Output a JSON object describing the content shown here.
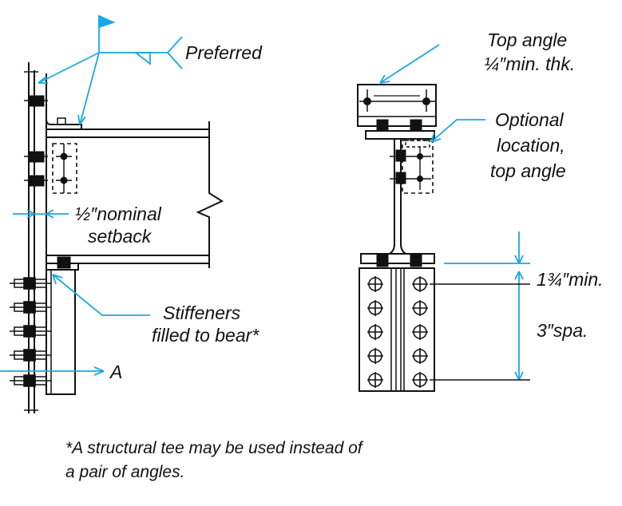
{
  "labels": {
    "preferred": "Preferred",
    "setback_line1": "½″nominal",
    "setback_line2": "setback",
    "stiffeners_line1": "Stiffeners",
    "stiffeners_line2": "filled to bear*",
    "section_mark": "A",
    "top_angle_line1": "Top angle",
    "top_angle_line2": "¼″min. thk.",
    "optional_line1": "Optional",
    "optional_line2": "location,",
    "optional_line3": "top angle",
    "edge_distance": "1¾″min.",
    "bolt_spacing": "3″spa."
  },
  "footnote": {
    "line1": "*A structural tee may be used instead of",
    "line2": "a pair of angles."
  },
  "colors": {
    "linework": "#111111",
    "leader": "#1aa7e6",
    "bolt_fill": "#111111",
    "background": "#ffffff"
  }
}
